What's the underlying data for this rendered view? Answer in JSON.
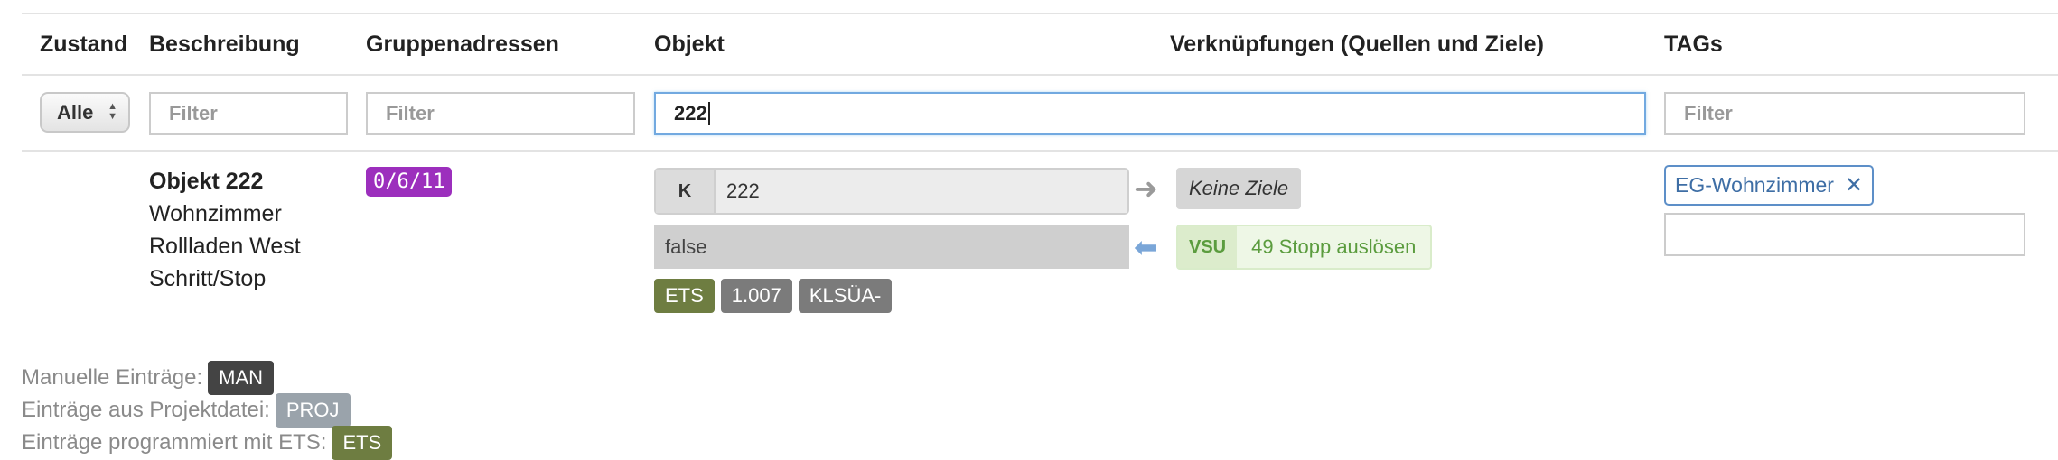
{
  "columns": {
    "state": "Zustand",
    "description": "Beschreibung",
    "group_addresses": "Gruppenadressen",
    "object": "Objekt",
    "links": "Verknüpfungen (Quellen und Ziele)",
    "tags": "TAGs"
  },
  "filters": {
    "state_select": "Alle",
    "description_placeholder": "Filter",
    "group_placeholder": "Filter",
    "object_value": "222",
    "tags_placeholder": "Filter"
  },
  "row": {
    "title": "Objekt 222",
    "lines": [
      "Wohnzimmer",
      "Rollladen West",
      "Schritt/Stop"
    ],
    "group_address": "0/6/11",
    "object_type": "K",
    "object_value": "222",
    "current_value": "false",
    "no_targets": "Keine Ziele",
    "source_badge": "VSU",
    "source_text": "49 Stopp auslösen",
    "badges": [
      "ETS",
      "1.007",
      "KLSÜA-"
    ],
    "tag": "EG-Wohnzimmer"
  },
  "legend": [
    {
      "label": "Manuelle Einträge:",
      "badge": "MAN"
    },
    {
      "label": "Einträge aus Projektdatei:",
      "badge": "PROJ"
    },
    {
      "label": "Einträge programmiert mit ETS:",
      "badge": "ETS"
    }
  ],
  "colors": {
    "group_badge": "#9c2fbd",
    "ets": "#6e7d41",
    "man": "#444444",
    "proj": "#9aa3ab",
    "tag": "#3e6ea5",
    "active_border": "#72a9e0"
  }
}
